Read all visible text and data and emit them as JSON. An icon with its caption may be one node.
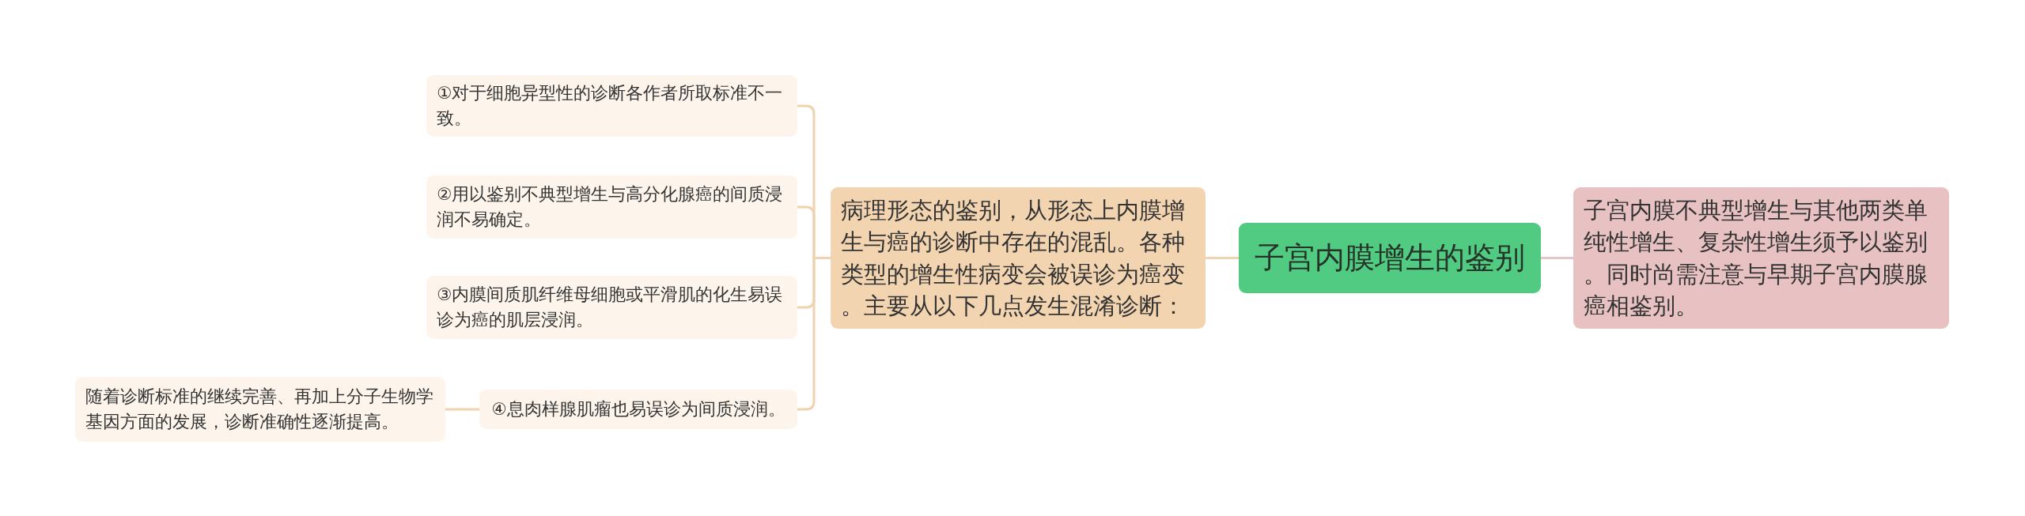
{
  "diagram": {
    "nodes": [
      {
        "text": [
          "子宫内膜增生的鉴别"
        ]
      },
      {
        "text": [
          "病理形态的鉴别，从形态上内膜增生与癌的诊断中存在的混乱。各种类型的增生性病变会被误诊为癌变。主要从以下几点发生混淆诊断："
        ]
      },
      {
        "text": [
          "①对于细胞异型性的诊断各作者所取标准不一致。"
        ]
      },
      {
        "text": [
          "②用以鉴别不典型增生与高分化腺癌的间质浸润不易确定。"
        ]
      },
      {
        "text": [
          "③内膜间质肌纤维母细胞或平滑肌的化生易误诊为癌的肌层浸润。"
        ]
      },
      {
        "text": [
          "④息肉样腺肌瘤也易误诊为间质浸润。"
        ]
      },
      {
        "text": [
          "随着诊断标准的继续完善、再加上分子生物学基因方面的发展，诊断准确性逐渐提高。"
        ]
      },
      {
        "text": [
          "子宫内膜不典型增生与其他两类单纯性增生、复杂性增生须予以鉴别。同时尚需注意与早期子宫内膜腺癌相鉴别。"
        ]
      }
    ],
    "edges": [
      {
        "from": 0,
        "to": 1,
        "arrow": "none"
      },
      {
        "from": 0,
        "to": 7,
        "arrow": "none",
        "color": "#e8c4c4"
      },
      {
        "from": 1,
        "to": 2,
        "arrow": "none"
      },
      {
        "from": 1,
        "to": 3,
        "arrow": "none"
      },
      {
        "from": 1,
        "to": 4,
        "arrow": "none"
      },
      {
        "from": 1,
        "to": 5,
        "arrow": "none"
      },
      {
        "from": 5,
        "to": 6,
        "arrow": "none"
      }
    ]
  }
}
